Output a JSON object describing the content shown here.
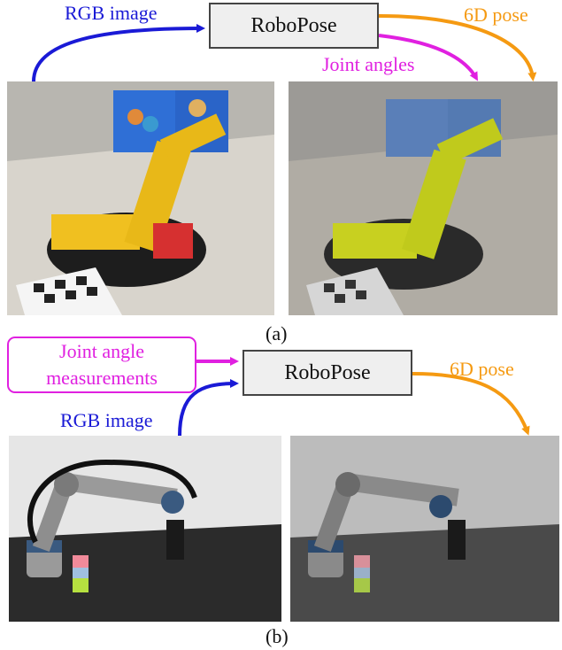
{
  "panel_a": {
    "input_label": "RGB image",
    "box_label": "RoboPose",
    "output_pose_label": "6D pose",
    "output_joints_label": "Joint angles",
    "caption": "(a)"
  },
  "panel_b": {
    "measurement_line1": "Joint angle",
    "measurement_line2": "measurements",
    "box_label": "RoboPose",
    "output_pose_label": "6D pose",
    "input_label": "RGB image",
    "caption": "(b)"
  },
  "colors": {
    "rgb": "#1a1ad6",
    "pose": "#f59a12",
    "joints": "#e020e0"
  }
}
